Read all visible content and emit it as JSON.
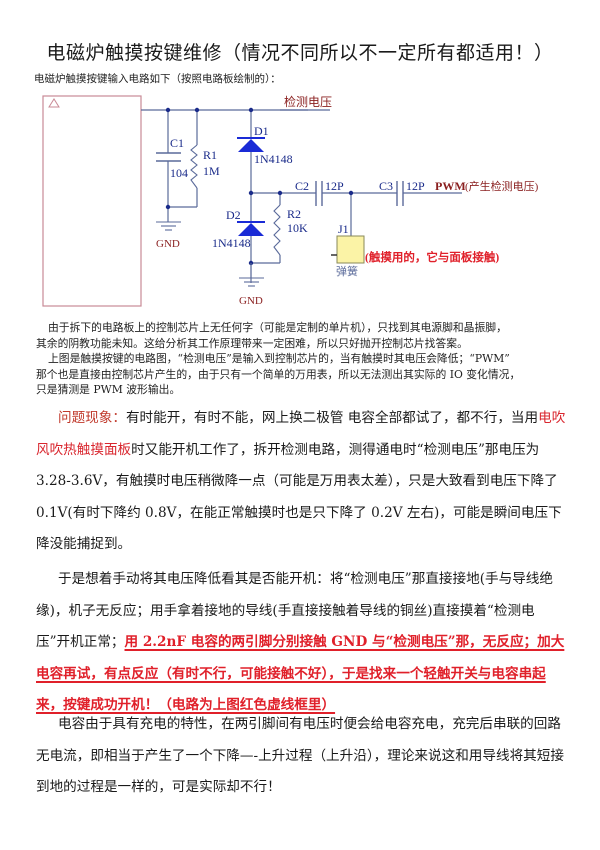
{
  "document": {
    "title": "电磁炉触摸按键维修（情况不同所以不一定所有都适用！）",
    "subtitle": "电磁炉触摸按键输入电路如下（按照电路板绘制的）："
  },
  "schematic": {
    "net_label_top": "检测电压",
    "components": {
      "c1": {
        "ref": "C1",
        "value": "104"
      },
      "r1": {
        "ref": "R1",
        "value": "1M"
      },
      "d1": {
        "ref": "D1",
        "value": "1N4148"
      },
      "d2": {
        "ref": "D2",
        "value": "1N4148"
      },
      "r2": {
        "ref": "R2",
        "value": "10K"
      },
      "c2": {
        "ref": "C2",
        "value": "12P"
      },
      "c3": {
        "ref": "C3",
        "value": "12P"
      },
      "j1": {
        "ref": "J1",
        "value": "弹簧"
      }
    },
    "gnd_label_1": "GND",
    "gnd_label_2": "GND",
    "pwm_label": "PWM",
    "pwm_note": "(产生检测电压)",
    "j1_note": "(触摸用的，它与面板接触)",
    "colors": {
      "wire": "#5a6a9a",
      "component": "#1a2bd6",
      "chip_border": "#c98a96",
      "j1_fill": "#fbf3a6",
      "note_red": "#e0202a",
      "label_brown": "#8a1f1f"
    }
  },
  "description": {
    "p1_line1": "由于拆下的电路板上的控制芯片上无任何字（可能是定制的单片机），只找到其电源脚和晶振脚，",
    "p1_line2": "其余的阴教功能未知。这给分析其工作原理带来一定困难，所以只好抛开控制芯片找答案。",
    "p2_line1": "上图是触摸按键的电路图，“检测电压”是输入到控制芯片的，当有触摸时其电压会降低；“PWM”",
    "p2_line2": "那个也是直接由控制芯片产生的，由于只有一个简单的万用表，所以无法测出其实际的 IO 变化情况，",
    "p2_line3": "只是猜测是 PWM 波形输出。"
  },
  "problem": {
    "label": "问题现象：",
    "text_a": "有时能开，有时不能，网上换二极管  电容全部都试了，都不行，当用",
    "highlight": "电吹风吹热触摸面板",
    "text_b": "时又能开机工作了，拆开检测电路，测得通电时“检测电压”那电压为 3.28-3.6V，有触摸时电压稍微降一点（可能是万用表太差），只是大致看到电压下降了 0.1V(有时下降约 0.8V，在能正常触摸时也是只下降了 0.2V 左右)，可能是瞬间电压下降没能捕捉到。"
  },
  "attempt": {
    "text": "于是想着手动将其电压降低看其是否能开机：将“检测电压”那直接接地(手与导线绝缘)，机子无反应；用手拿着接地的导线(手直接接触着导线的铜丝)直接摸着“检测电压”开机正常；",
    "highlight": "用 2.2nF 电容的两引脚分别接触 GND 与“检测电压”那，无反应；加大电容再试，有点反应（有时不行，可能接触不好），于是找来一个轻触开关与电容串起来，按键成功开机！（电路为上图红色虚线框里）"
  },
  "analysis": {
    "text": "电容由于具有充电的特性，在两引脚间有电压时便会给电容充电，充完后串联的回路无电流，即相当于产生了一个下降—-上升过程（上升沿），理论来说这和用导线将其短接到地的过程是一样的，可是实际却不行！"
  }
}
